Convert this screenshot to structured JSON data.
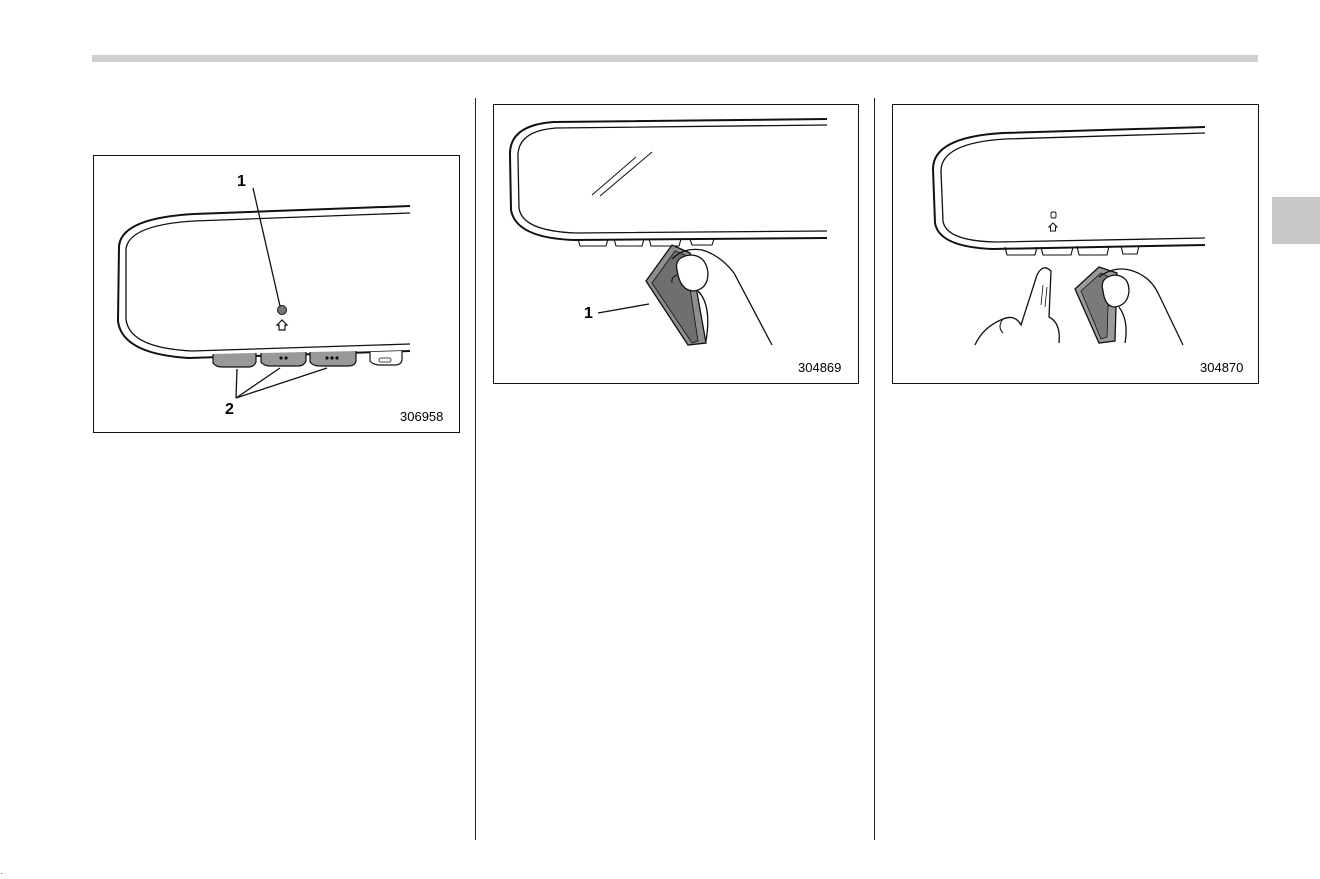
{
  "figures": [
    {
      "id": "306958",
      "callouts": [
        "1",
        "2"
      ],
      "icon": "home-icon"
    },
    {
      "id": "304869",
      "callouts": [
        "1"
      ]
    },
    {
      "id": "304870",
      "callouts": []
    }
  ],
  "side_tab": {
    "color": "#c8c8c8"
  },
  "top_bar": {
    "color": "#cfcfcf"
  }
}
